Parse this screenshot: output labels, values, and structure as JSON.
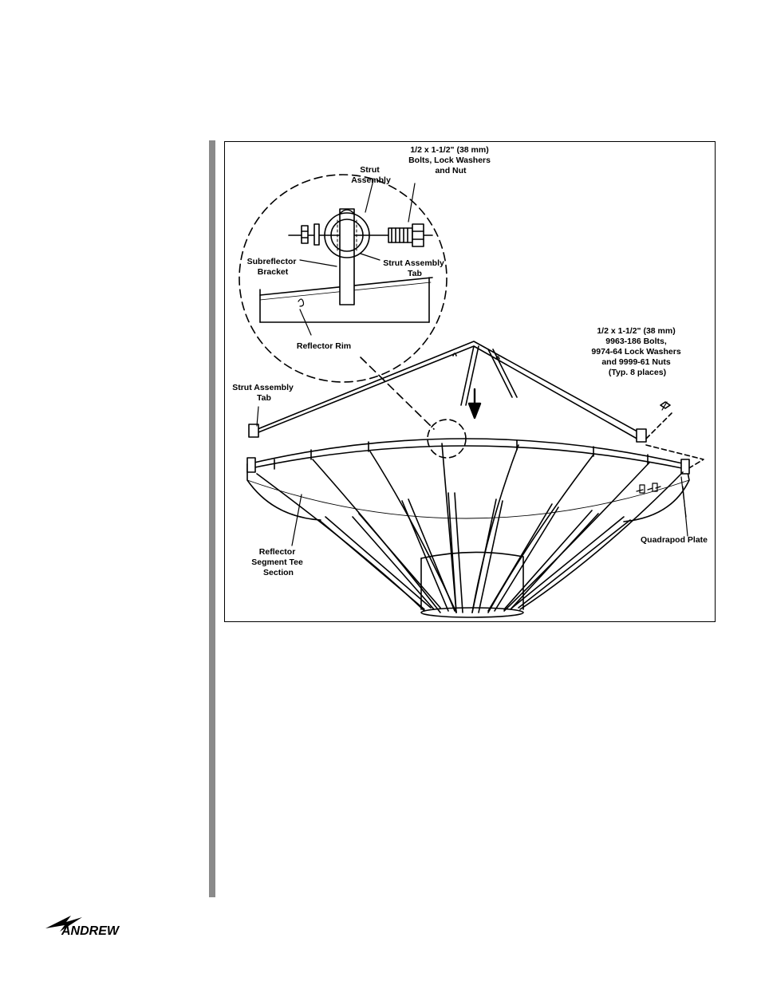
{
  "figure": {
    "labels": {
      "bolts_top": [
        "1/2 x 1-1/2\" (38 mm)",
        "Bolts, Lock Washers",
        "and Nut"
      ],
      "strut_assembly": [
        "Strut",
        "Assembly"
      ],
      "subreflector_bracket": [
        "Subreflector",
        "Bracket"
      ],
      "strut_assembly_tab_detail": [
        "Strut Assembly",
        "Tab"
      ],
      "reflector_rim": [
        "Reflector Rim"
      ],
      "bolts_right": [
        "1/2 x 1-1/2\" (38 mm)",
        "9963-186 Bolts,",
        "9974-64 Lock Washers",
        "and 9999-61 Nuts",
        "(Typ. 8 places)"
      ],
      "strut_assembly_tab_left": [
        "Strut Assembly",
        "Tab"
      ],
      "reflector_segment": [
        "Reflector",
        "Segment Tee",
        "Section"
      ],
      "quadrapod_plate": [
        "Quadrapod Plate"
      ]
    }
  },
  "footer": {
    "logo_text": "ANDREW"
  }
}
